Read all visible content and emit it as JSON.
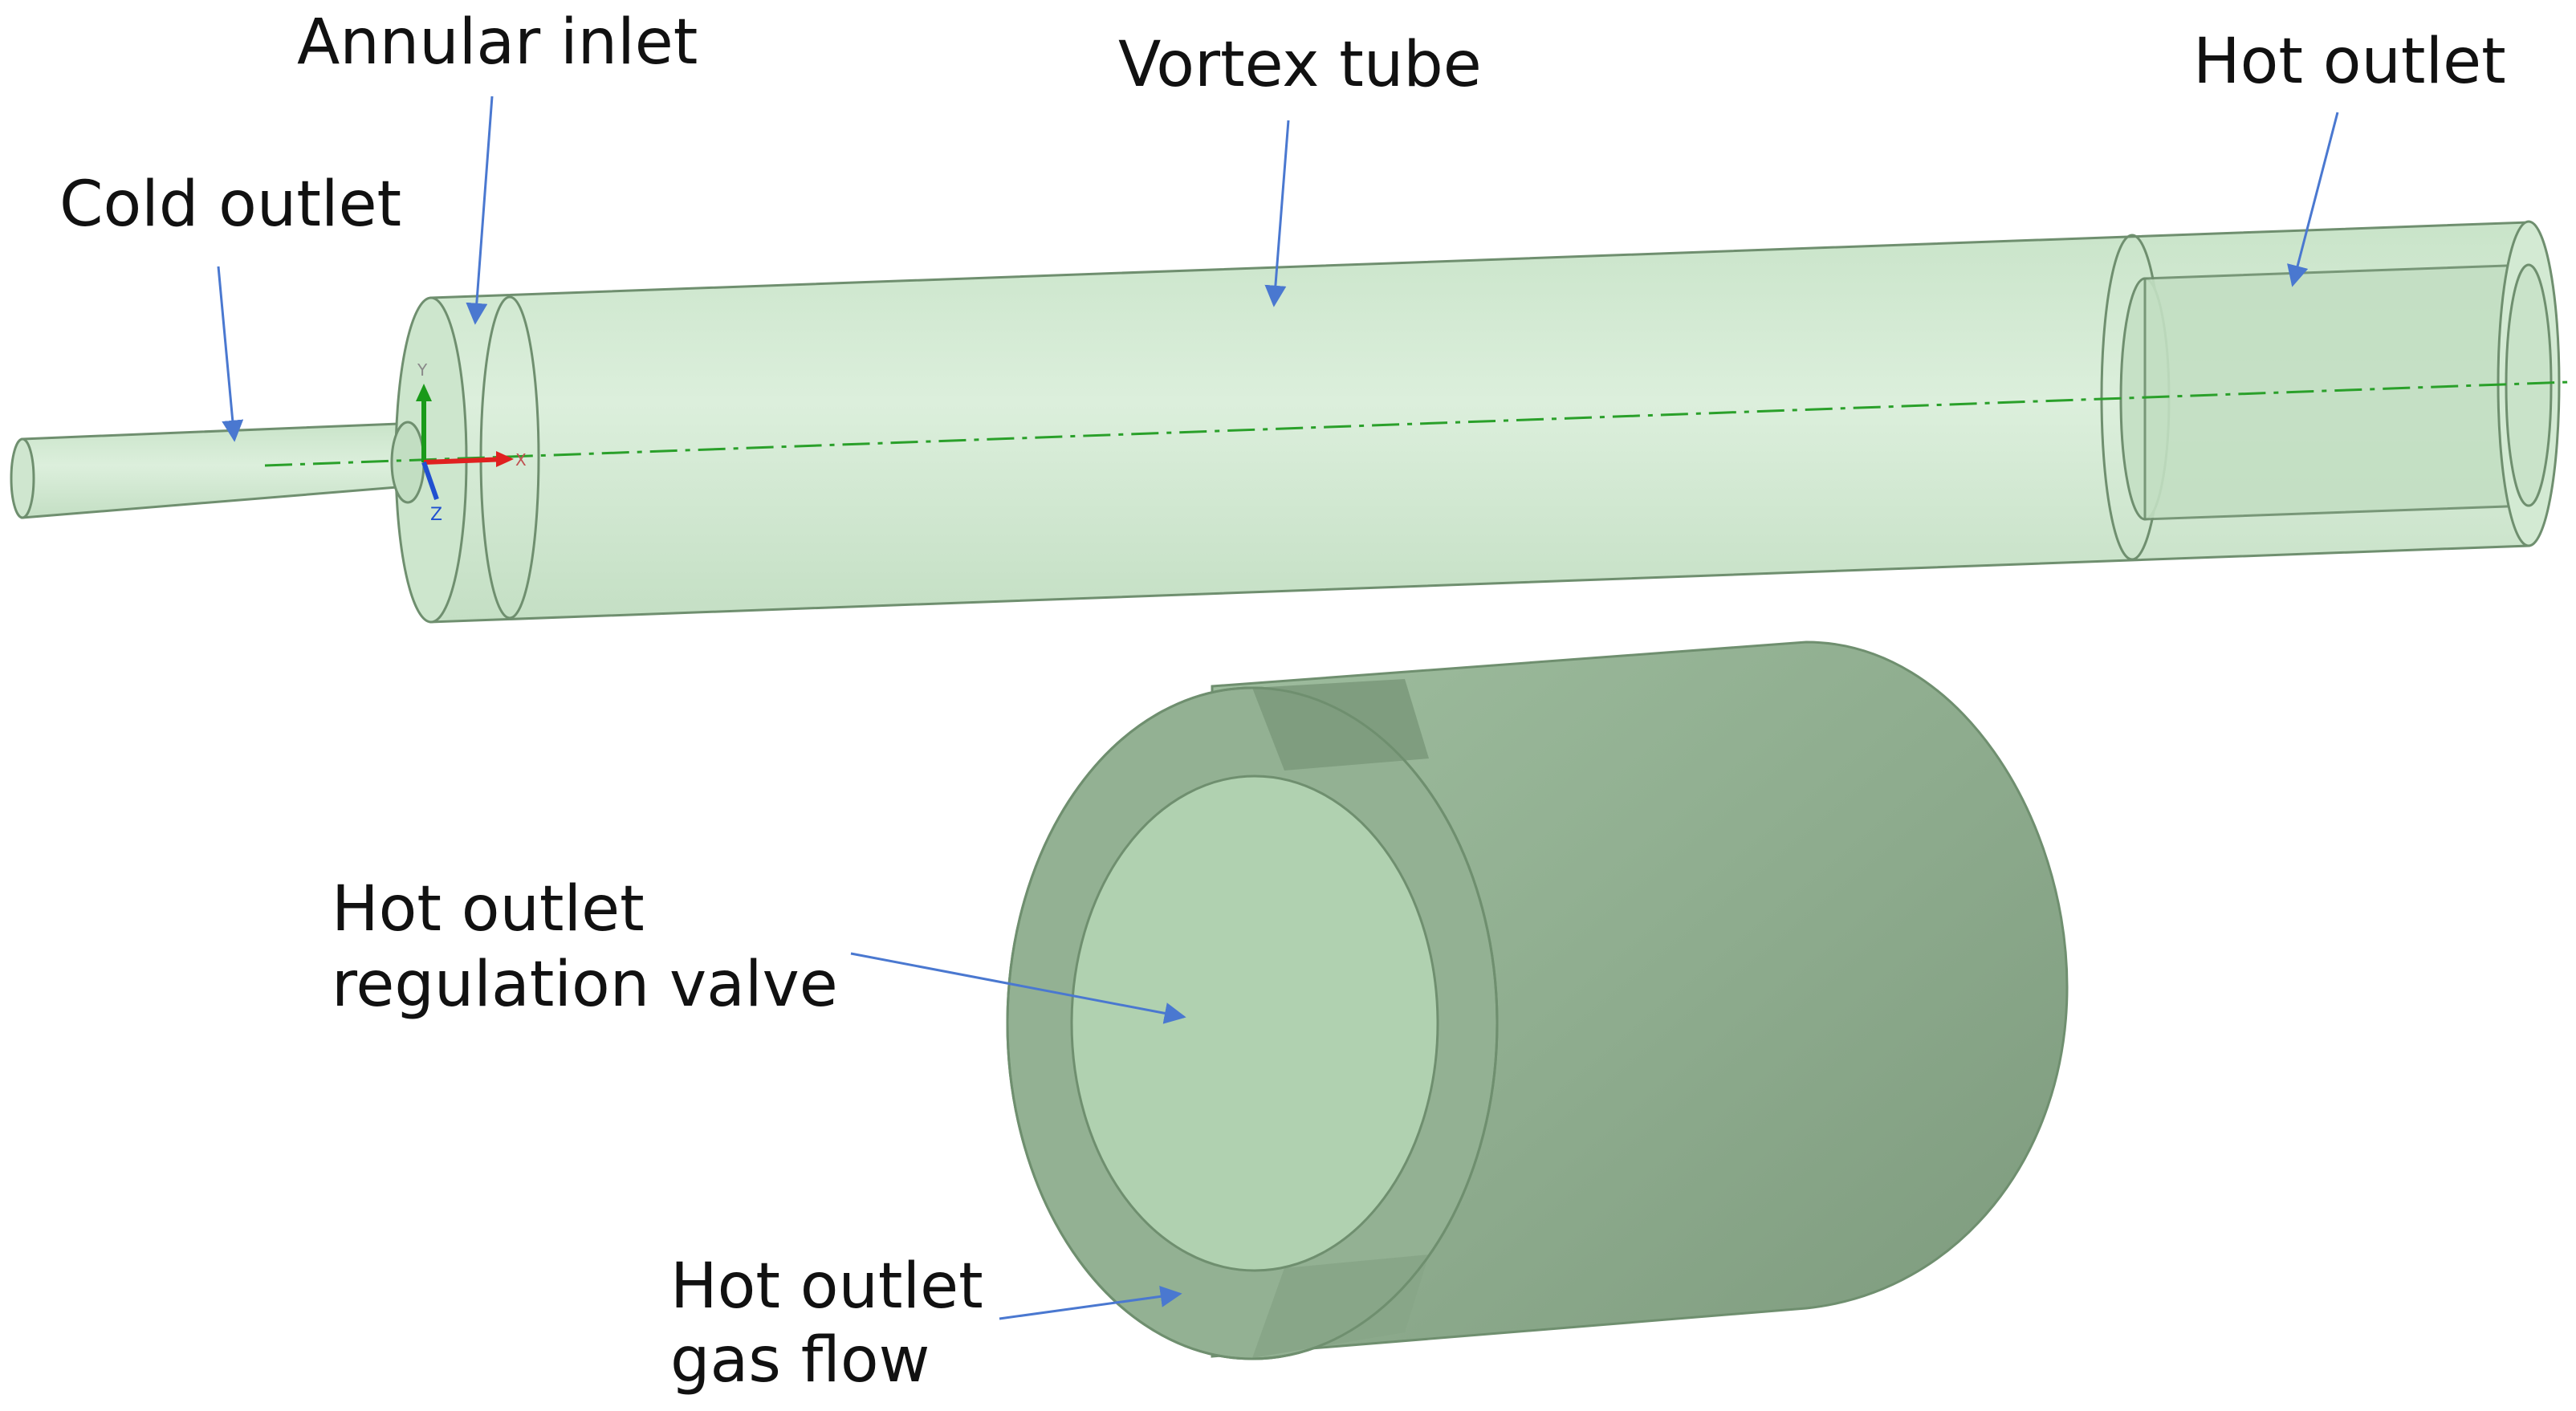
{
  "labels": {
    "cold_outlet": "Cold outlet",
    "annular_inlet": "Annular inlet",
    "vortex_tube": "Vortex tube",
    "hot_outlet": "Hot outlet",
    "valve_line1": "Hot outlet",
    "valve_line2": "regulation valve",
    "gasflow_line1": "Hot outlet",
    "gasflow_line2": "gas flow"
  },
  "axes": {
    "y": "Y",
    "x": "X",
    "z": "Z"
  },
  "colors": {
    "tube_fill": "#d2ead2",
    "tube_edge": "#6f8f6f",
    "solid_light": "#aed0ae",
    "solid_mid": "#8fae8f",
    "solid_dark": "#7a987a",
    "leader": "#4a78d0",
    "axis_line": "#2aa02a",
    "axis_x": "#e02020",
    "axis_y": "#1a9a1a",
    "axis_z": "#2050d0"
  }
}
